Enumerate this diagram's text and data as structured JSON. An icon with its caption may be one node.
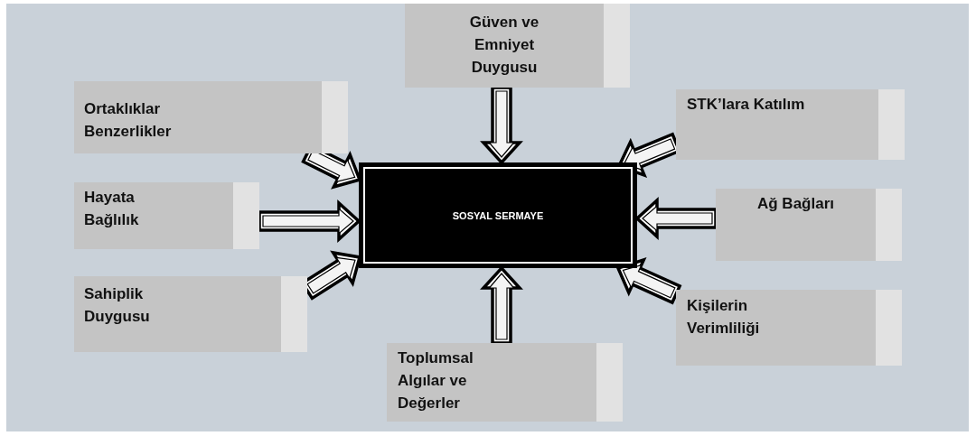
{
  "diagram": {
    "nodes": [
      {
        "text": [
          "Güven ve Emniyet Duygusu"
        ]
      },
      {
        "text": [
          "Ortaklıklar Benzerlikler"
        ]
      },
      {
        "text": [
          "STK’lara Katılım"
        ]
      },
      {
        "text": [
          "SOSYAL SERMAYE"
        ]
      },
      {
        "text": [
          "Hayata Bağlılık"
        ]
      },
      {
        "text": [
          "Ağ Bağları"
        ]
      },
      {
        "text": [
          "Sahiplik Duygusu"
        ]
      },
      {
        "text": [
          "Kişilerin Verimliliği"
        ]
      },
      {
        "text": [
          "Toplumsal Algılar ve Değerler"
        ]
      }
    ],
    "edges": [
      {
        "from": 0,
        "to": 3,
        "arrow": "to"
      },
      {
        "from": 1,
        "to": 3,
        "arrow": "to"
      },
      {
        "from": 2,
        "to": 3,
        "arrow": "to"
      },
      {
        "from": 4,
        "to": 3,
        "arrow": "to"
      },
      {
        "from": 5,
        "to": 3,
        "arrow": "to"
      },
      {
        "from": 6,
        "to": 3,
        "arrow": "to"
      },
      {
        "from": 7,
        "to": 3,
        "arrow": "to"
      },
      {
        "from": 8,
        "to": 3,
        "arrow": "to"
      }
    ]
  }
}
